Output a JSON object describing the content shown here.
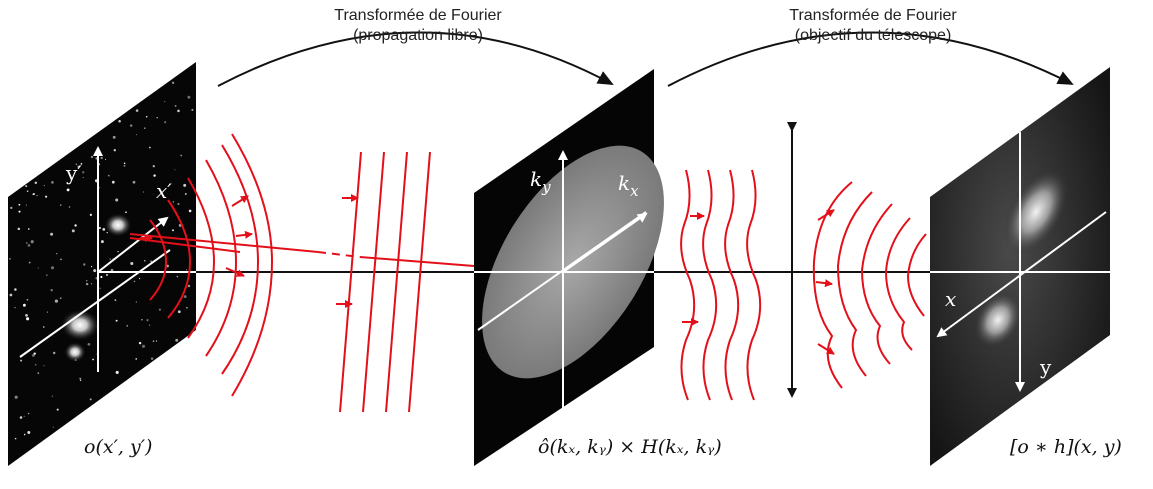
{
  "title_left": {
    "line1": "Transformée de Fourier",
    "line2": "(propagation libre)"
  },
  "title_right": {
    "line1": "Transformée de Fourier",
    "line2": "(objectif du télescope)"
  },
  "planes": {
    "object": {
      "axis_vertical": "y′",
      "axis_horizontal": "x′",
      "formula": "o(x′, y′)"
    },
    "fourier": {
      "axis_vertical": "k",
      "axis_vertical_sub": "y",
      "axis_horizontal": "k",
      "axis_horizontal_sub": "x",
      "formula": "ô(kₓ, kᵧ) × H(kₓ, kᵧ)"
    },
    "image": {
      "axis_x": "x",
      "axis_y": "y",
      "formula": "[o ∗ h](x, y)"
    }
  },
  "colors": {
    "wave": "#e3101a",
    "arrow": "#111111",
    "panel": "#050505",
    "axis": "#ffffff"
  }
}
